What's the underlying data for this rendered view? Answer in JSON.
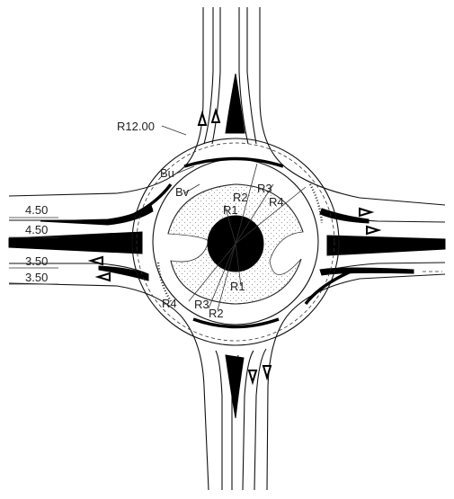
{
  "diagram": {
    "labels": {
      "corner_radius": "R12.00",
      "bu": "Bu",
      "bv": "Bv",
      "r1_top": "R1",
      "r2_top": "R2",
      "r3_top": "R3",
      "r4_top": "R4",
      "r1_bottom": "R1",
      "r2_bottom": "R2",
      "r3_bottom": "R3",
      "r4_bottom": "R4"
    },
    "lane_widths": [
      "4.50",
      "4.50",
      "3.50",
      "3.50"
    ]
  },
  "colors": {
    "line": "#111111",
    "fill": "#000000",
    "background": "#ffffff"
  }
}
